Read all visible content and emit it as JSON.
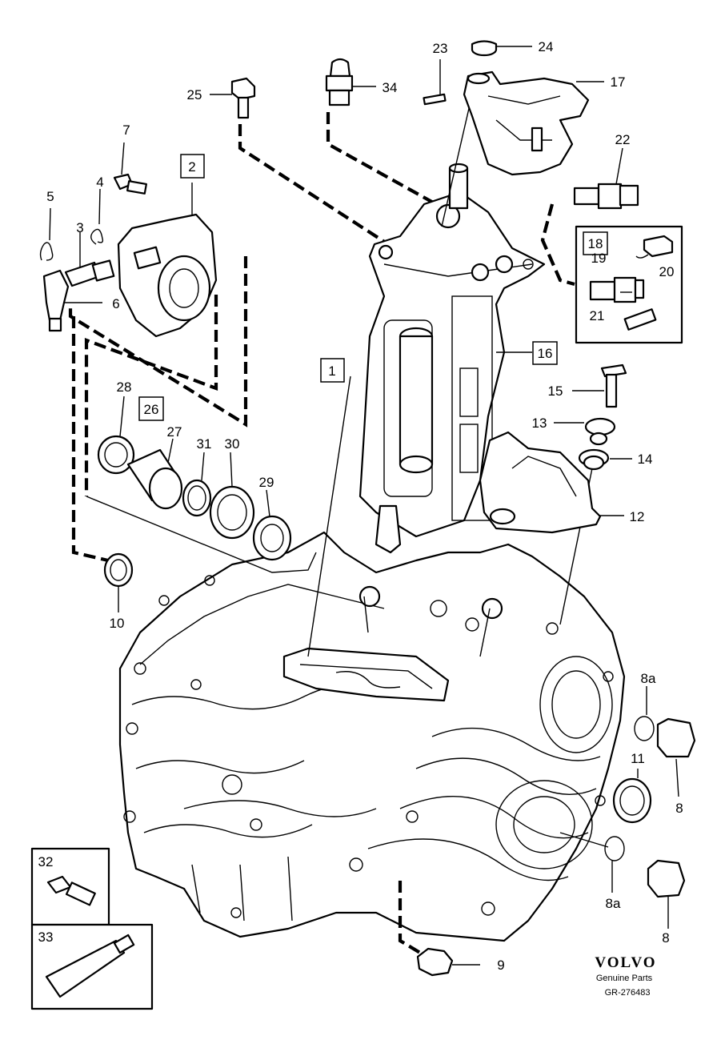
{
  "labels": {
    "p1": "1",
    "p2": "2",
    "p3": "3",
    "p4": "4",
    "p5": "5",
    "p6": "6",
    "p7": "7",
    "p8a": "8",
    "p8b": "8",
    "p8a1": "8a",
    "p8a2": "8a",
    "p9": "9",
    "p10": "10",
    "p11": "11",
    "p12": "12",
    "p13": "13",
    "p14": "14",
    "p15": "15",
    "p16": "16",
    "p17": "17",
    "p18": "18",
    "p19": "19",
    "p20": "20",
    "p21": "21",
    "p22": "22",
    "p23": "23",
    "p24": "24",
    "p25": "25",
    "p26": "26",
    "p27": "27",
    "p28": "28",
    "p29": "29",
    "p30": "30",
    "p31": "31",
    "p32": "32",
    "p33": "33",
    "p34": "34"
  },
  "branding": {
    "brand": "VOLVO",
    "tagline": "Genuine Parts",
    "diagram_ref": "GR-276483"
  }
}
